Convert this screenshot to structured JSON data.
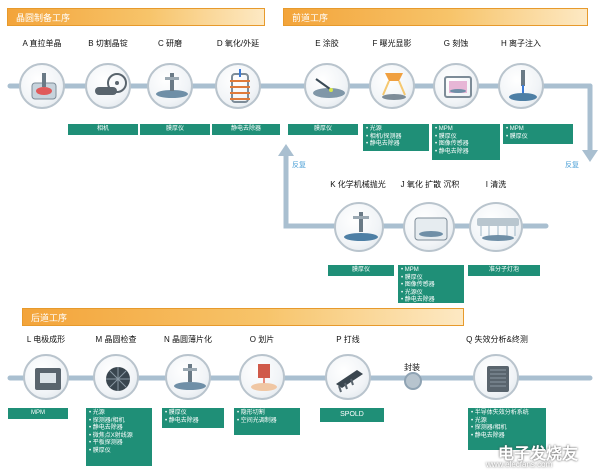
{
  "sections": {
    "wafer": "晶圆制备工序",
    "front": "前道工序",
    "back": "后道工序"
  },
  "row1": [
    {
      "label": "A 直拉单晶",
      "tools": []
    },
    {
      "label": "B 切割晶锭",
      "tools": [
        "相机"
      ]
    },
    {
      "label": "C 研磨",
      "tools": [
        "膜厚仪"
      ]
    },
    {
      "label": "D 氧化/外延",
      "tools": [
        "静电去除器"
      ]
    },
    {
      "label": "E 涂胶",
      "tools": [
        "膜厚仪"
      ]
    },
    {
      "label": "F 曝光显影",
      "tools": [
        "光源",
        "相机/探测器",
        "静电去除器"
      ]
    },
    {
      "label": "G 刻蚀",
      "tools": [
        "MPM",
        "膜厚仪",
        "图像传感器",
        "静电去除器"
      ]
    },
    {
      "label": "H 离子注入",
      "tools": [
        "MPM",
        "膜厚仪"
      ]
    }
  ],
  "row2": [
    {
      "label": "K 化学机械抛光",
      "tools": [
        "膜厚仪"
      ]
    },
    {
      "label": "J 氧化 扩散 沉积",
      "tools": [
        "MPM",
        "膜厚仪",
        "图像传感器",
        "光源仪",
        "静电去除器"
      ]
    },
    {
      "label": "I 清洗",
      "tools": [
        "准分子灯泡"
      ]
    }
  ],
  "row3": [
    {
      "label": "L 电极成形",
      "tools": [
        "MPM"
      ]
    },
    {
      "label": "M 晶圆检查",
      "tools": [
        "光源",
        "探测器/相机",
        "静电去除器",
        "微焦点X射线源",
        "平板探测器",
        "膜厚仪"
      ]
    },
    {
      "label": "N 晶圆薄片化",
      "tools": [
        "膜厚仪",
        "静电去除器"
      ]
    },
    {
      "label": "O 划片",
      "tools": [
        "隐形切割",
        "空间光调制器"
      ]
    },
    {
      "label": "P 打线",
      "tools": [
        "SPOLD"
      ]
    },
    {
      "label": "封装",
      "tools": []
    },
    {
      "label": "Q 失效分析&终测",
      "tools": [
        "半导体失效分析系统",
        "光源",
        "探测器/相机",
        "静电去除器"
      ]
    }
  ],
  "repeat": "反复",
  "watermark": {
    "title": "电子发烧友",
    "url": "www.elecfans.com"
  },
  "colors": {
    "accent": "#f3a43a",
    "teal": "#1f8f77",
    "flow": "#9fb6c8"
  }
}
